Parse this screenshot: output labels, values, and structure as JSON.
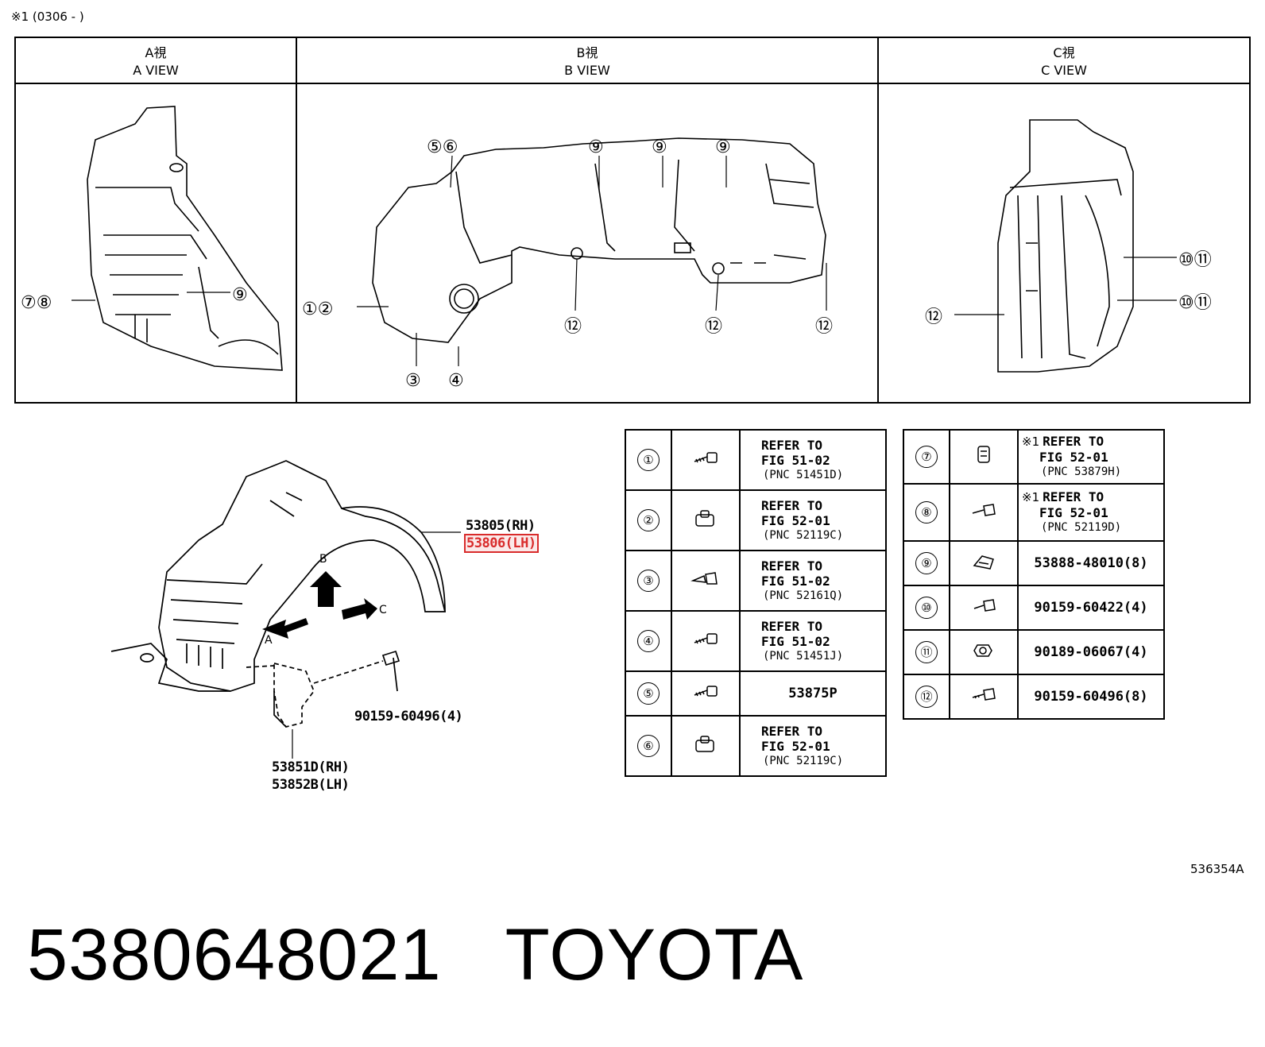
{
  "note": "※1 (0306 -     )",
  "views": [
    {
      "jp": "A視",
      "en": "A VIEW",
      "callouts": [
        "⑦⑧",
        "⑨"
      ]
    },
    {
      "jp": "B視",
      "en": "B VIEW",
      "callouts": [
        "⑤⑥",
        "⑨",
        "⑨",
        "⑨",
        "①②",
        "③",
        "④",
        "⑫",
        "⑫",
        "⑫"
      ]
    },
    {
      "jp": "C視",
      "en": "C VIEW",
      "callouts": [
        "⑩⑪",
        "⑩⑪",
        "⑫"
      ]
    }
  ],
  "assembly": {
    "part_rh": "53805(RH)",
    "part_lh": "53806(LH)",
    "flap_rh": "53851D(RH)",
    "flap_lh": "53852B(LH)",
    "bolt": "90159-60496(4)",
    "arrow_a": "A",
    "arrow_b": "B",
    "arrow_c": "C"
  },
  "table_left": [
    {
      "num": "①",
      "icon": "screw-icon",
      "l1": "REFER TO",
      "l2": "FIG 51-02",
      "pnc": "(PNC 51451D)"
    },
    {
      "num": "②",
      "icon": "nut-clip-icon",
      "l1": "REFER TO",
      "l2": "FIG 52-01",
      "pnc": "(PNC 52119C)"
    },
    {
      "num": "③",
      "icon": "push-clip-icon",
      "l1": "REFER TO",
      "l2": "FIG 51-02",
      "pnc": "(PNC 52161Q)"
    },
    {
      "num": "④",
      "icon": "screw-icon",
      "l1": "REFER TO",
      "l2": "FIG 51-02",
      "pnc": "(PNC 51451J)"
    },
    {
      "num": "⑤",
      "icon": "screw-icon",
      "single": "53875P"
    },
    {
      "num": "⑥",
      "icon": "nut-clip-icon",
      "l1": "REFER TO",
      "l2": "FIG 52-01",
      "pnc": "(PNC 52119C)"
    }
  ],
  "table_right": [
    {
      "num": "⑦",
      "icon": "retainer-icon",
      "mark": "※1",
      "l1": "REFER TO",
      "l2": "FIG 52-01",
      "pnc": "(PNC 53879H)"
    },
    {
      "num": "⑧",
      "icon": "bolt-icon",
      "mark": "※1",
      "l1": "REFER TO",
      "l2": "FIG 52-01",
      "pnc": "(PNC 52119D)"
    },
    {
      "num": "⑨",
      "icon": "clip-icon",
      "single": "53888-48010(8)"
    },
    {
      "num": "⑩",
      "icon": "bolt-icon",
      "single": "90159-60422(4)"
    },
    {
      "num": "⑪",
      "icon": "nut-icon",
      "single": "90189-06067(4)"
    },
    {
      "num": "⑫",
      "icon": "bolt-icon",
      "single": "90159-60496(8)"
    }
  ],
  "figure_code": "536354A",
  "part_number": "5380648021",
  "brand": "TOYOTA"
}
